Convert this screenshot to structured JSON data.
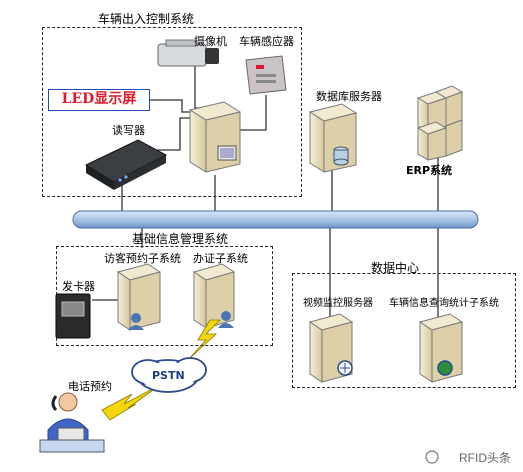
{
  "groups": {
    "vehicle_control": "车辆出入控制系统",
    "basic_info": "基础信息管理系统",
    "data_center": "数据中心"
  },
  "devices": {
    "camera": "摄像机",
    "vehicle_sensor": "车辆感应器",
    "led_display": "LED显示屏",
    "reader": "读写器",
    "db_server": "数据库服务器",
    "erp": "ERP系统",
    "visitor_booking": "访客预约子系统",
    "card_issue": "办证子系统",
    "card_issuer": "发卡器",
    "pstn": "PSTN",
    "phone_booking": "电话预约",
    "video_server": "视频监控服务器",
    "vehicle_query": "车辆信息查询统计子系统"
  },
  "watermark": "RFID头条",
  "colors": {
    "backbone": "#a9c4e6",
    "server_body": "#eee4c6",
    "led_text": "#e0182a",
    "lightning": "#f5d60a"
  }
}
